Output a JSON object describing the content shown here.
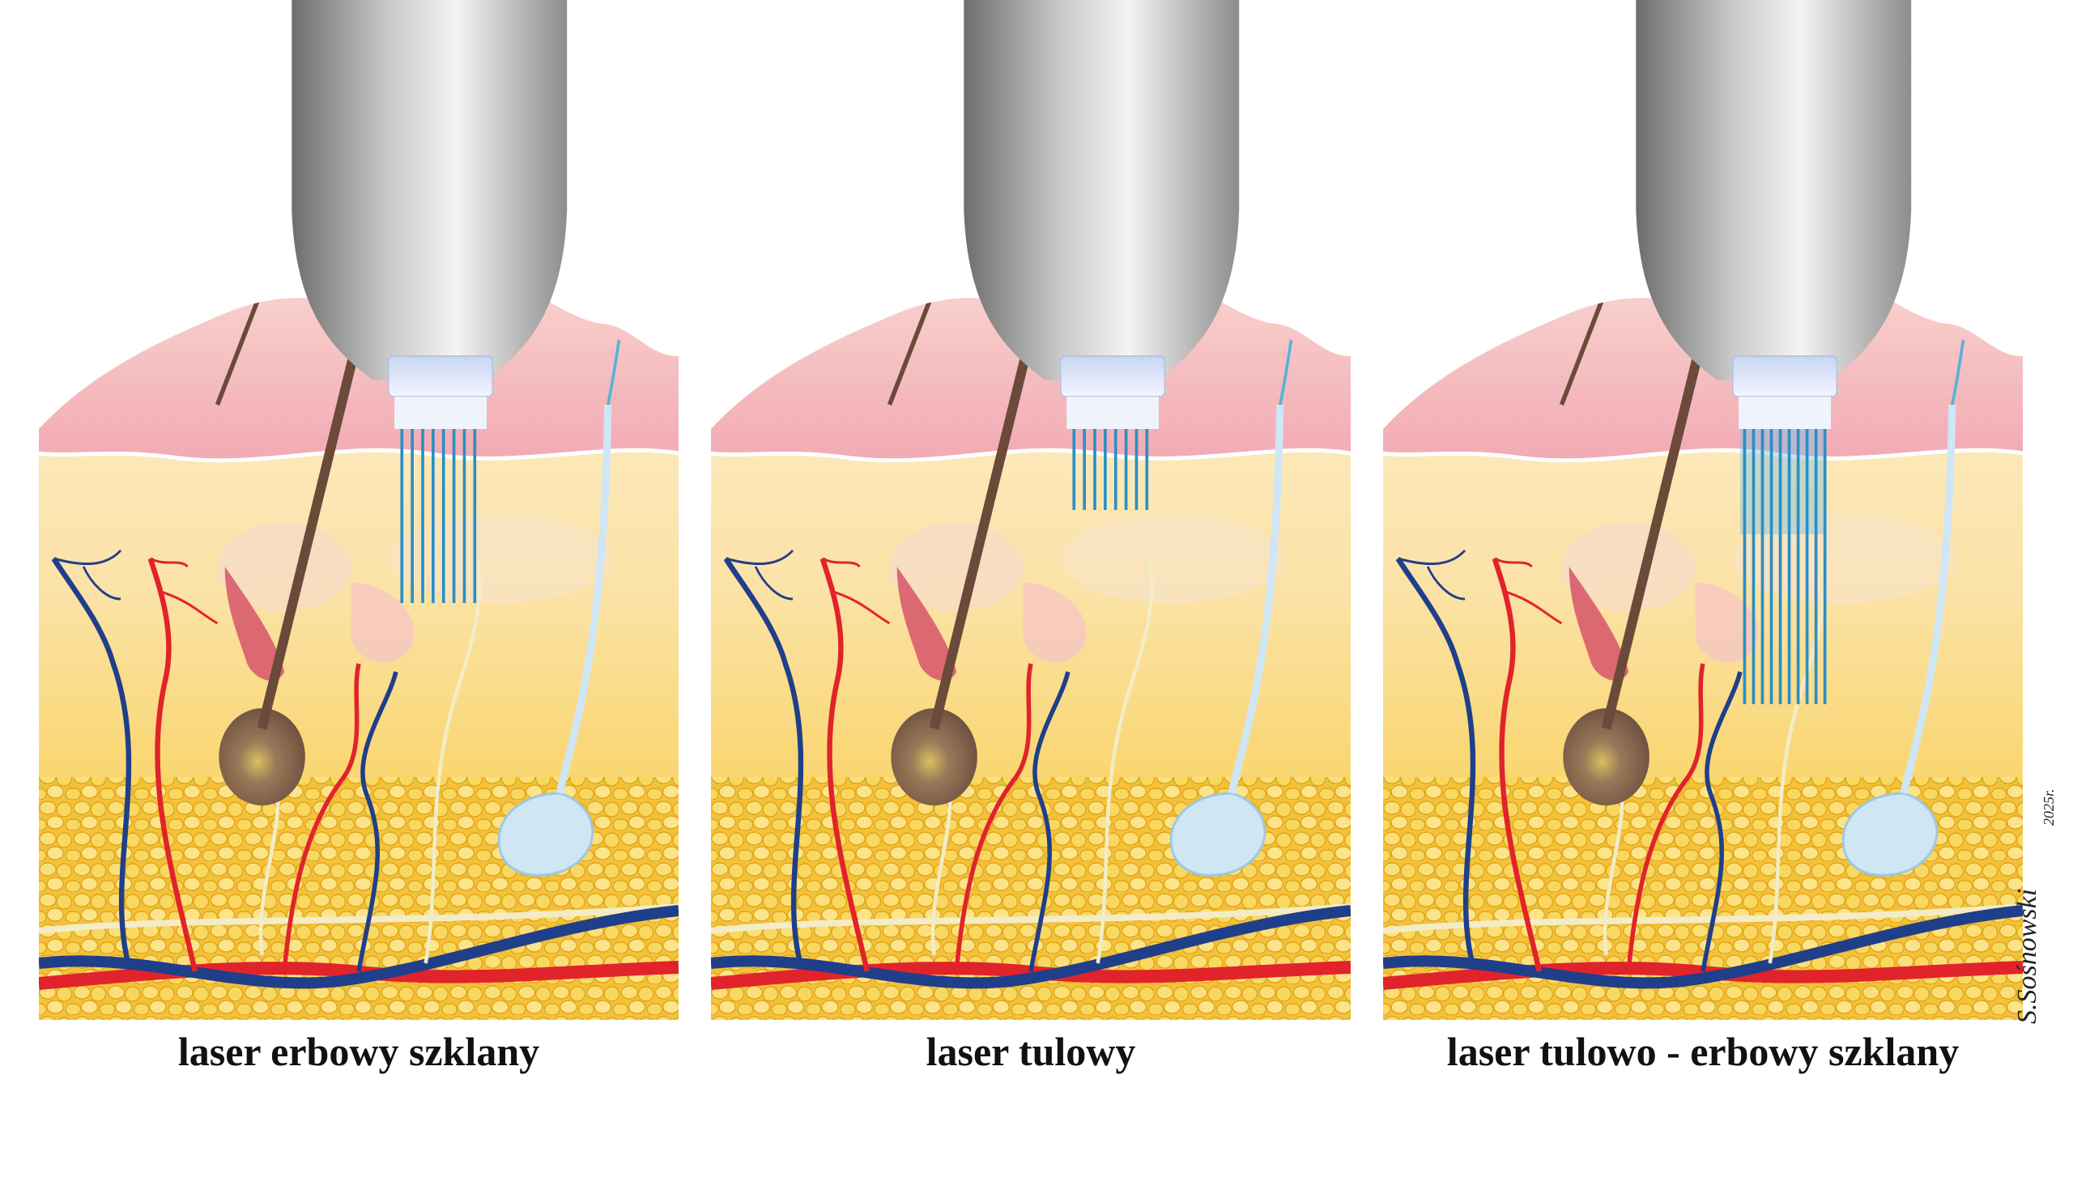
{
  "colors": {
    "background": "#ffffff",
    "epidermis": "#f6c3c8",
    "dermis_top": "#fbe6b8",
    "dermis_bottom": "#f9cf35",
    "fat_cells": "#f5c94a",
    "artery": "#e1232b",
    "vein": "#1f3f8a",
    "nerve": "#f3ecc6",
    "laser_beam": "#2b8fc4",
    "handpiece": "#9a9a9a",
    "sweat_gland": "#cfe6f5",
    "hair": "#6b4a3a"
  },
  "panels": [
    {
      "id": "erbium",
      "caption": "laser erbowy szklany",
      "beam_icon": "short-beam-icon",
      "beam_depth": 0.3
    },
    {
      "id": "thulium",
      "caption": "laser tulowy",
      "beam_icon": "short-beam-icon",
      "beam_depth": 0.13
    },
    {
      "id": "thulium-erbium",
      "caption": "laser tulowo - erbowy szklany",
      "beam_icon": "long-beam-icon",
      "beam_depth": 0.5
    }
  ],
  "signature": {
    "text": "S.Sośnowski",
    "year": "2025r."
  }
}
